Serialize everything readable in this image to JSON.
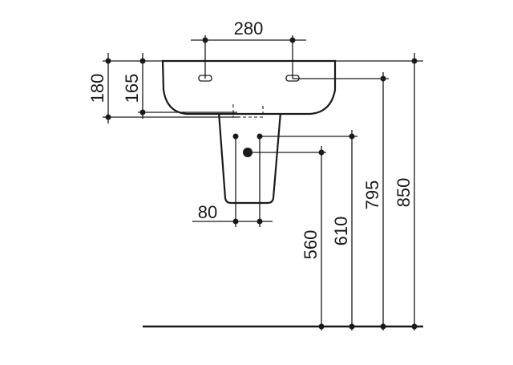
{
  "dimensions": {
    "tap_spacing": "280",
    "basin_depth_outer": "180",
    "basin_depth_inner": "165",
    "waste_spacing": "80",
    "height_560": "560",
    "height_610": "610",
    "height_795": "795",
    "height_850": "850"
  },
  "colors": {
    "line": "#1a1a1a",
    "background": "#ffffff"
  }
}
